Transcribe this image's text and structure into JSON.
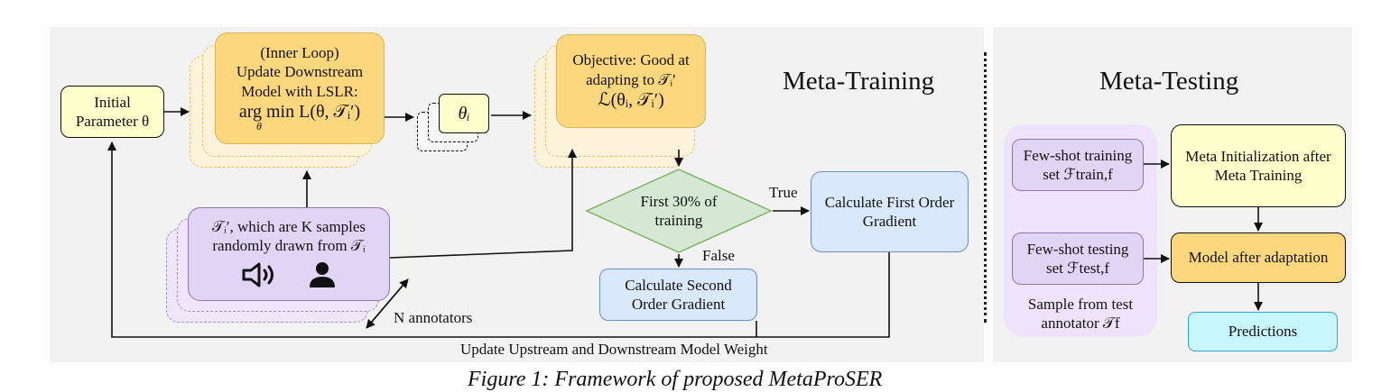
{
  "meta_training": {
    "title": "Meta-Training",
    "initial_param": [
      "Initial",
      "Parameter θ"
    ],
    "inner_loop": [
      "(Inner Loop)",
      "Update Downstream",
      "Model with LSLR:",
      "arg min L(θ, 𝒯ᵢ′)"
    ],
    "inner_loop_sub": "θ",
    "theta_i": "θᵢ",
    "objective": [
      "Objective: Good at",
      "adapting to 𝒯ᵢ′",
      "ℒ(θᵢ, 𝒯ᵢ′)"
    ],
    "samples": [
      "𝒯ᵢ′, which are K samples",
      "randomly drawn from 𝒯ᵢ"
    ],
    "decision": [
      "First 30% of",
      "training"
    ],
    "true_label": "True",
    "false_label": "False",
    "first_order": [
      "Calculate First Order",
      "Gradient"
    ],
    "second_order": [
      "Calculate Second",
      "Order Gradient"
    ],
    "n_annotators": "N annotators",
    "update_label": "Update Upstream and Downstream Model Weight"
  },
  "meta_testing": {
    "title": "Meta-Testing",
    "train_set": [
      "Few-shot training",
      "set ℱtrain,f"
    ],
    "test_set": [
      "Few-shot testing",
      "set ℱtest,f"
    ],
    "sample_from": [
      "Sample from test",
      "annotator 𝒯f"
    ],
    "meta_init": [
      "Meta Initialization after",
      "Meta Training"
    ],
    "model_after": "Model after adaptation",
    "predictions": "Predictions"
  },
  "caption": "Figure 1: Framework of proposed MetaProSER",
  "colors": {
    "yellow_fill": "#ffffcc",
    "orange_fill": "#fdd77e",
    "orange_border": "#d6b656",
    "purple_fill": "#e1d5f6",
    "purple_border": "#9673a6",
    "green_fill": "#d5e8d4",
    "green_border": "#82b366",
    "blue_fill": "#dae8fc",
    "blue_border": "#6c8ebf",
    "cyan_fill": "#c7f6fb",
    "cyan_border": "#30a3d8"
  }
}
